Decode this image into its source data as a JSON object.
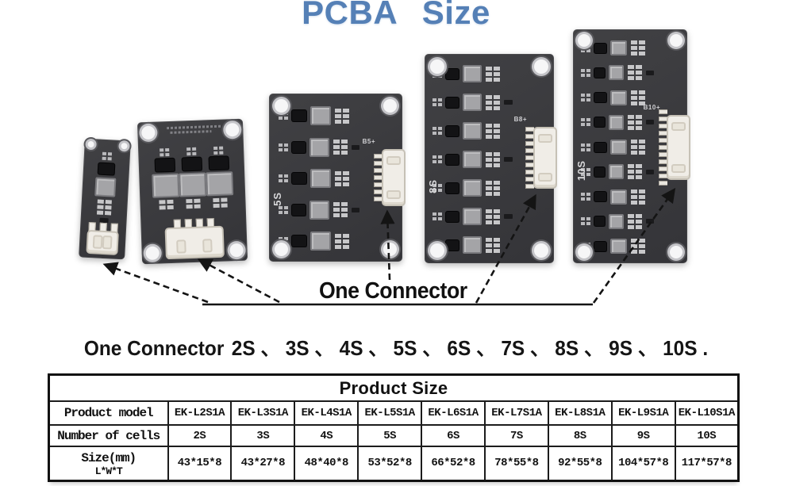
{
  "title": "PCBA Size",
  "annotation": {
    "connector_label": "One Connector"
  },
  "caption": {
    "prefix": "One Connector",
    "list": "2S 、 3S 、 4S 、 5S 、 6S 、 7S 、 8S 、 9S 、 10S ."
  },
  "photo": {
    "boards": [
      {},
      {},
      {
        "side_label": "5S",
        "plus_label": "B5+"
      },
      {
        "side_label": "8S",
        "plus_label": "B8+"
      },
      {
        "side_label": "10S",
        "plus_label": "B10+"
      }
    ]
  },
  "table": {
    "title": "Product Size",
    "rows": [
      {
        "label": "Product model",
        "cells": [
          "EK-L2S1A",
          "EK-L3S1A",
          "EK-L4S1A",
          "EK-L5S1A",
          "EK-L6S1A",
          "EK-L7S1A",
          "EK-L8S1A",
          "EK-L9S1A",
          "EK-L10S1A"
        ]
      },
      {
        "label": "Number of cells",
        "cells": [
          "2S",
          "3S",
          "4S",
          "5S",
          "6S",
          "7S",
          "8S",
          "9S",
          "10S"
        ]
      },
      {
        "label_lines": [
          "Size(mm)",
          "L*W*T"
        ],
        "cells": [
          "43*15*8",
          "43*27*8",
          "48*40*8",
          "53*52*8",
          "66*52*8",
          "78*55*8",
          "92*55*8",
          "104*57*8",
          "117*57*8"
        ]
      }
    ]
  },
  "colors": {
    "title_blue": "#5580b6",
    "pcb_dark": "#3a3a3d",
    "connector_white": "#f0ede7",
    "annotation_black": "#141414"
  }
}
